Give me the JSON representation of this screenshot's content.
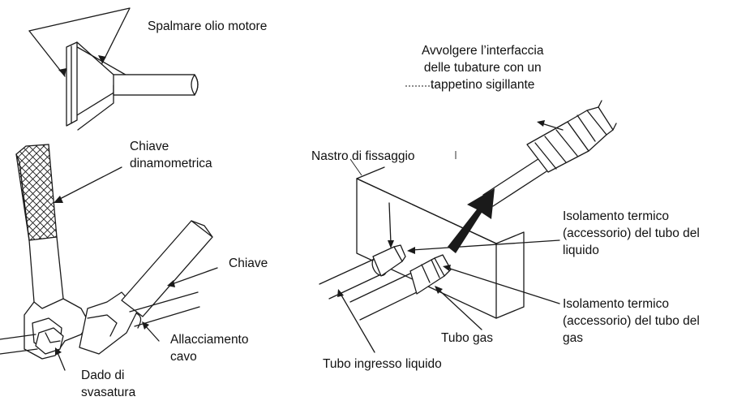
{
  "labels": {
    "engine_oil": "Spalmare olio motore",
    "torque_wrench": [
      "Chiave",
      "dinamometrica"
    ],
    "wrench": "Chiave",
    "cable_connection": [
      "Allacciamento",
      "cavo"
    ],
    "flare_nut": [
      "Dado di",
      "svasatura"
    ],
    "wrap_interface": [
      "Avvolgere l’interfaccia",
      "delle tubature con un",
      "tappetino sigillante"
    ],
    "fixing_tape": "Nastro di fissaggio",
    "liquid_insulation": [
      "Isolamento termico",
      "(accessorio) del tubo del",
      "liquido"
    ],
    "gas_insulation": [
      "Isolamento termico",
      "(accessorio) del tubo del",
      "gas"
    ],
    "gas_pipe": "Tubo gas",
    "liquid_inlet_pipe": "Tubo ingresso liquido"
  }
}
